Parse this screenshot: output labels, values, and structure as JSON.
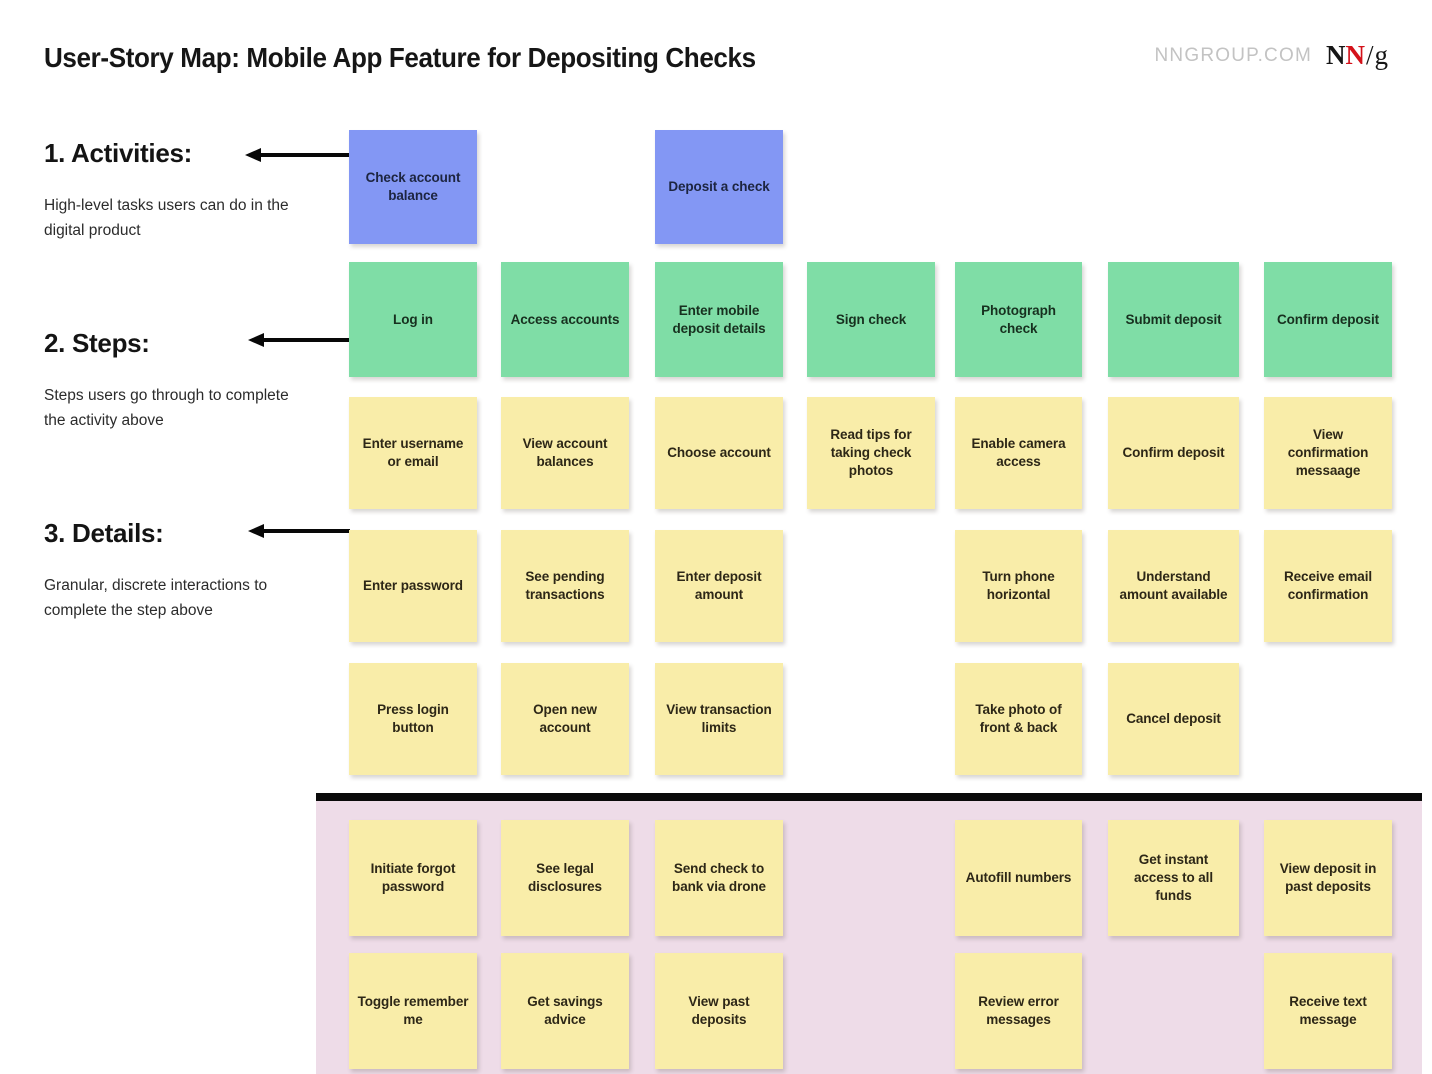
{
  "header": {
    "title": "User-Story Map: Mobile App Feature for Depositing Checks",
    "brand_domain": "NNGROUP.COM",
    "logo": {
      "n1": "N",
      "n2": "N",
      "slash": "/",
      "g": "g"
    }
  },
  "colors": {
    "activity": "#8397f4",
    "step": "#7fdda6",
    "detail": "#f9eda9",
    "backlog_band": "#eedce8",
    "rule": "#0a0a0a",
    "accent_red": "#d4121a"
  },
  "legend": [
    {
      "heading": "1. Activities:",
      "description": "High-level tasks users can do in the digital product"
    },
    {
      "heading": "2. Steps:",
      "description": "Steps users go through to complete the activity above"
    },
    {
      "heading": "3. Details:",
      "description": "Granular, discrete interactions to complete the step above"
    }
  ],
  "map": {
    "activities": [
      {
        "label": "Check account balance",
        "col": 0
      },
      {
        "label": "Deposit a check",
        "col": 2
      }
    ],
    "steps": [
      {
        "label": "Log in",
        "col": 0
      },
      {
        "label": "Access accounts",
        "col": 1
      },
      {
        "label": "Enter mobile deposit details",
        "col": 2
      },
      {
        "label": "Sign check",
        "col": 3
      },
      {
        "label": "Photograph check",
        "col": 4
      },
      {
        "label": "Submit deposit",
        "col": 5
      },
      {
        "label": "Confirm deposit",
        "col": 6
      }
    ],
    "detail_rows": [
      [
        {
          "label": "Enter username or email",
          "col": 0
        },
        {
          "label": "View account balances",
          "col": 1
        },
        {
          "label": "Choose account",
          "col": 2
        },
        {
          "label": "Read tips for taking check photos",
          "col": 3
        },
        {
          "label": "Enable camera access",
          "col": 4
        },
        {
          "label": "Confirm deposit",
          "col": 5
        },
        {
          "label": "View confirmation messaage",
          "col": 6
        }
      ],
      [
        {
          "label": "Enter password",
          "col": 0
        },
        {
          "label": "See pending transactions",
          "col": 1
        },
        {
          "label": "Enter deposit amount",
          "col": 2
        },
        {
          "label": "Turn phone horizontal",
          "col": 4
        },
        {
          "label": "Understand amount available",
          "col": 5
        },
        {
          "label": "Receive email confirmation",
          "col": 6
        }
      ],
      [
        {
          "label": "Press login button",
          "col": 0
        },
        {
          "label": "Open new account",
          "col": 1
        },
        {
          "label": "View transaction limits",
          "col": 2
        },
        {
          "label": "Take photo of front & back",
          "col": 4
        },
        {
          "label": "Cancel deposit",
          "col": 5
        }
      ]
    ],
    "backlog_rows": [
      [
        {
          "label": "Initiate forgot password",
          "col": 0
        },
        {
          "label": "See legal disclosures",
          "col": 1
        },
        {
          "label": "Send check to bank via drone",
          "col": 2
        },
        {
          "label": "Autofill numbers",
          "col": 4
        },
        {
          "label": "Get instant access to all funds",
          "col": 5
        },
        {
          "label": "View deposit in past deposits",
          "col": 6
        }
      ],
      [
        {
          "label": "Toggle remember me",
          "col": 0
        },
        {
          "label": "Get savings advice",
          "col": 1
        },
        {
          "label": "View past deposits",
          "col": 2
        },
        {
          "label": "Review error messages",
          "col": 4
        },
        {
          "label": "Receive text message",
          "col": 6
        }
      ]
    ]
  }
}
